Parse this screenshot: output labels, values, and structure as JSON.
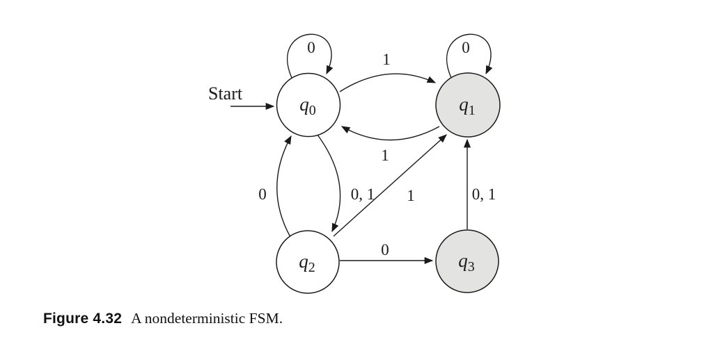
{
  "figure": {
    "label": "Figure 4.32",
    "caption": "A nondeterministic FSM."
  },
  "diagram": {
    "start_label": "Start",
    "colors": {
      "background": "#ffffff",
      "line": "#1a1a1a",
      "state_fill_normal": "#ffffff",
      "state_fill_accepting": "#e3e3e2"
    },
    "states": [
      {
        "id": "q0",
        "name": "q",
        "sub": "0",
        "shaded": false,
        "is_start": true
      },
      {
        "id": "q1",
        "name": "q",
        "sub": "1",
        "shaded": true,
        "is_start": false
      },
      {
        "id": "q2",
        "name": "q",
        "sub": "2",
        "shaded": false,
        "is_start": false
      },
      {
        "id": "q3",
        "name": "q",
        "sub": "3",
        "shaded": true,
        "is_start": false
      }
    ],
    "transitions": [
      {
        "from": "q0",
        "to": "q0",
        "label": "0"
      },
      {
        "from": "q1",
        "to": "q1",
        "label": "0"
      },
      {
        "from": "q0",
        "to": "q1",
        "label": "1"
      },
      {
        "from": "q1",
        "to": "q0",
        "label": "1"
      },
      {
        "from": "q2",
        "to": "q0",
        "label": "0"
      },
      {
        "from": "q0",
        "to": "q2",
        "label": "0, 1"
      },
      {
        "from": "q2",
        "to": "q1",
        "label": "1"
      },
      {
        "from": "q3",
        "to": "q1",
        "label": "0, 1"
      },
      {
        "from": "q2",
        "to": "q3",
        "label": "0"
      }
    ]
  }
}
